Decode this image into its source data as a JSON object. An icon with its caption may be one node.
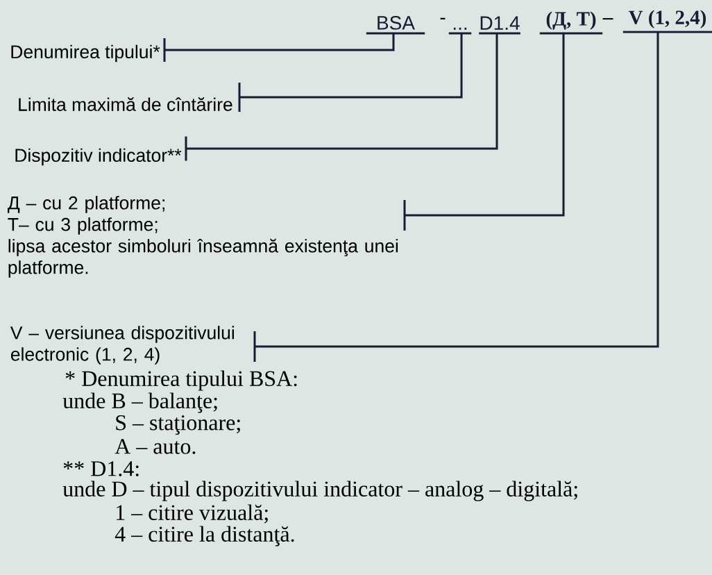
{
  "diagram": {
    "nodes": [
      {
        "text": [
          "BSA"
        ]
      },
      {
        "text": [
          "..."
        ]
      },
      {
        "text": [
          "D1.4"
        ]
      },
      {
        "text": [
          "(Д, T)"
        ]
      },
      {
        "text": [
          "V (1, 2,4)"
        ]
      },
      {
        "text": [
          "Denumirea tipului*"
        ]
      },
      {
        "text": [
          "Limita maximă de cîntărire"
        ]
      },
      {
        "text": [
          "Dispozitiv indicator**"
        ]
      },
      {
        "text": [
          "Д – cu 2 platforme;",
          "T– cu 3 platforme;",
          "lipsa acestor simboluri înseamnă existenţa unei platforme."
        ]
      },
      {
        "text": [
          "V – versiunea dispozitivului electronic (1, 2, 4)"
        ]
      }
    ],
    "edges": [
      {
        "from": 5,
        "to": 0,
        "arrow": "other"
      },
      {
        "from": 6,
        "to": 1,
        "arrow": "other"
      },
      {
        "from": 7,
        "to": 2,
        "arrow": "other"
      },
      {
        "from": 8,
        "to": 3,
        "arrow": "other"
      },
      {
        "from": 9,
        "to": 4,
        "arrow": "other"
      }
    ],
    "labels": [
      "-",
      "–",
      "* Denumirea tipului BSA:",
      "unde B – balanţe;",
      "S – staţionare;",
      "A – auto.",
      "** D1.4:",
      "unde D – tipul dispozitivului indicator – analog – digitală;",
      "1 – citire vizuală;",
      "4 – citire la distanţă."
    ]
  }
}
